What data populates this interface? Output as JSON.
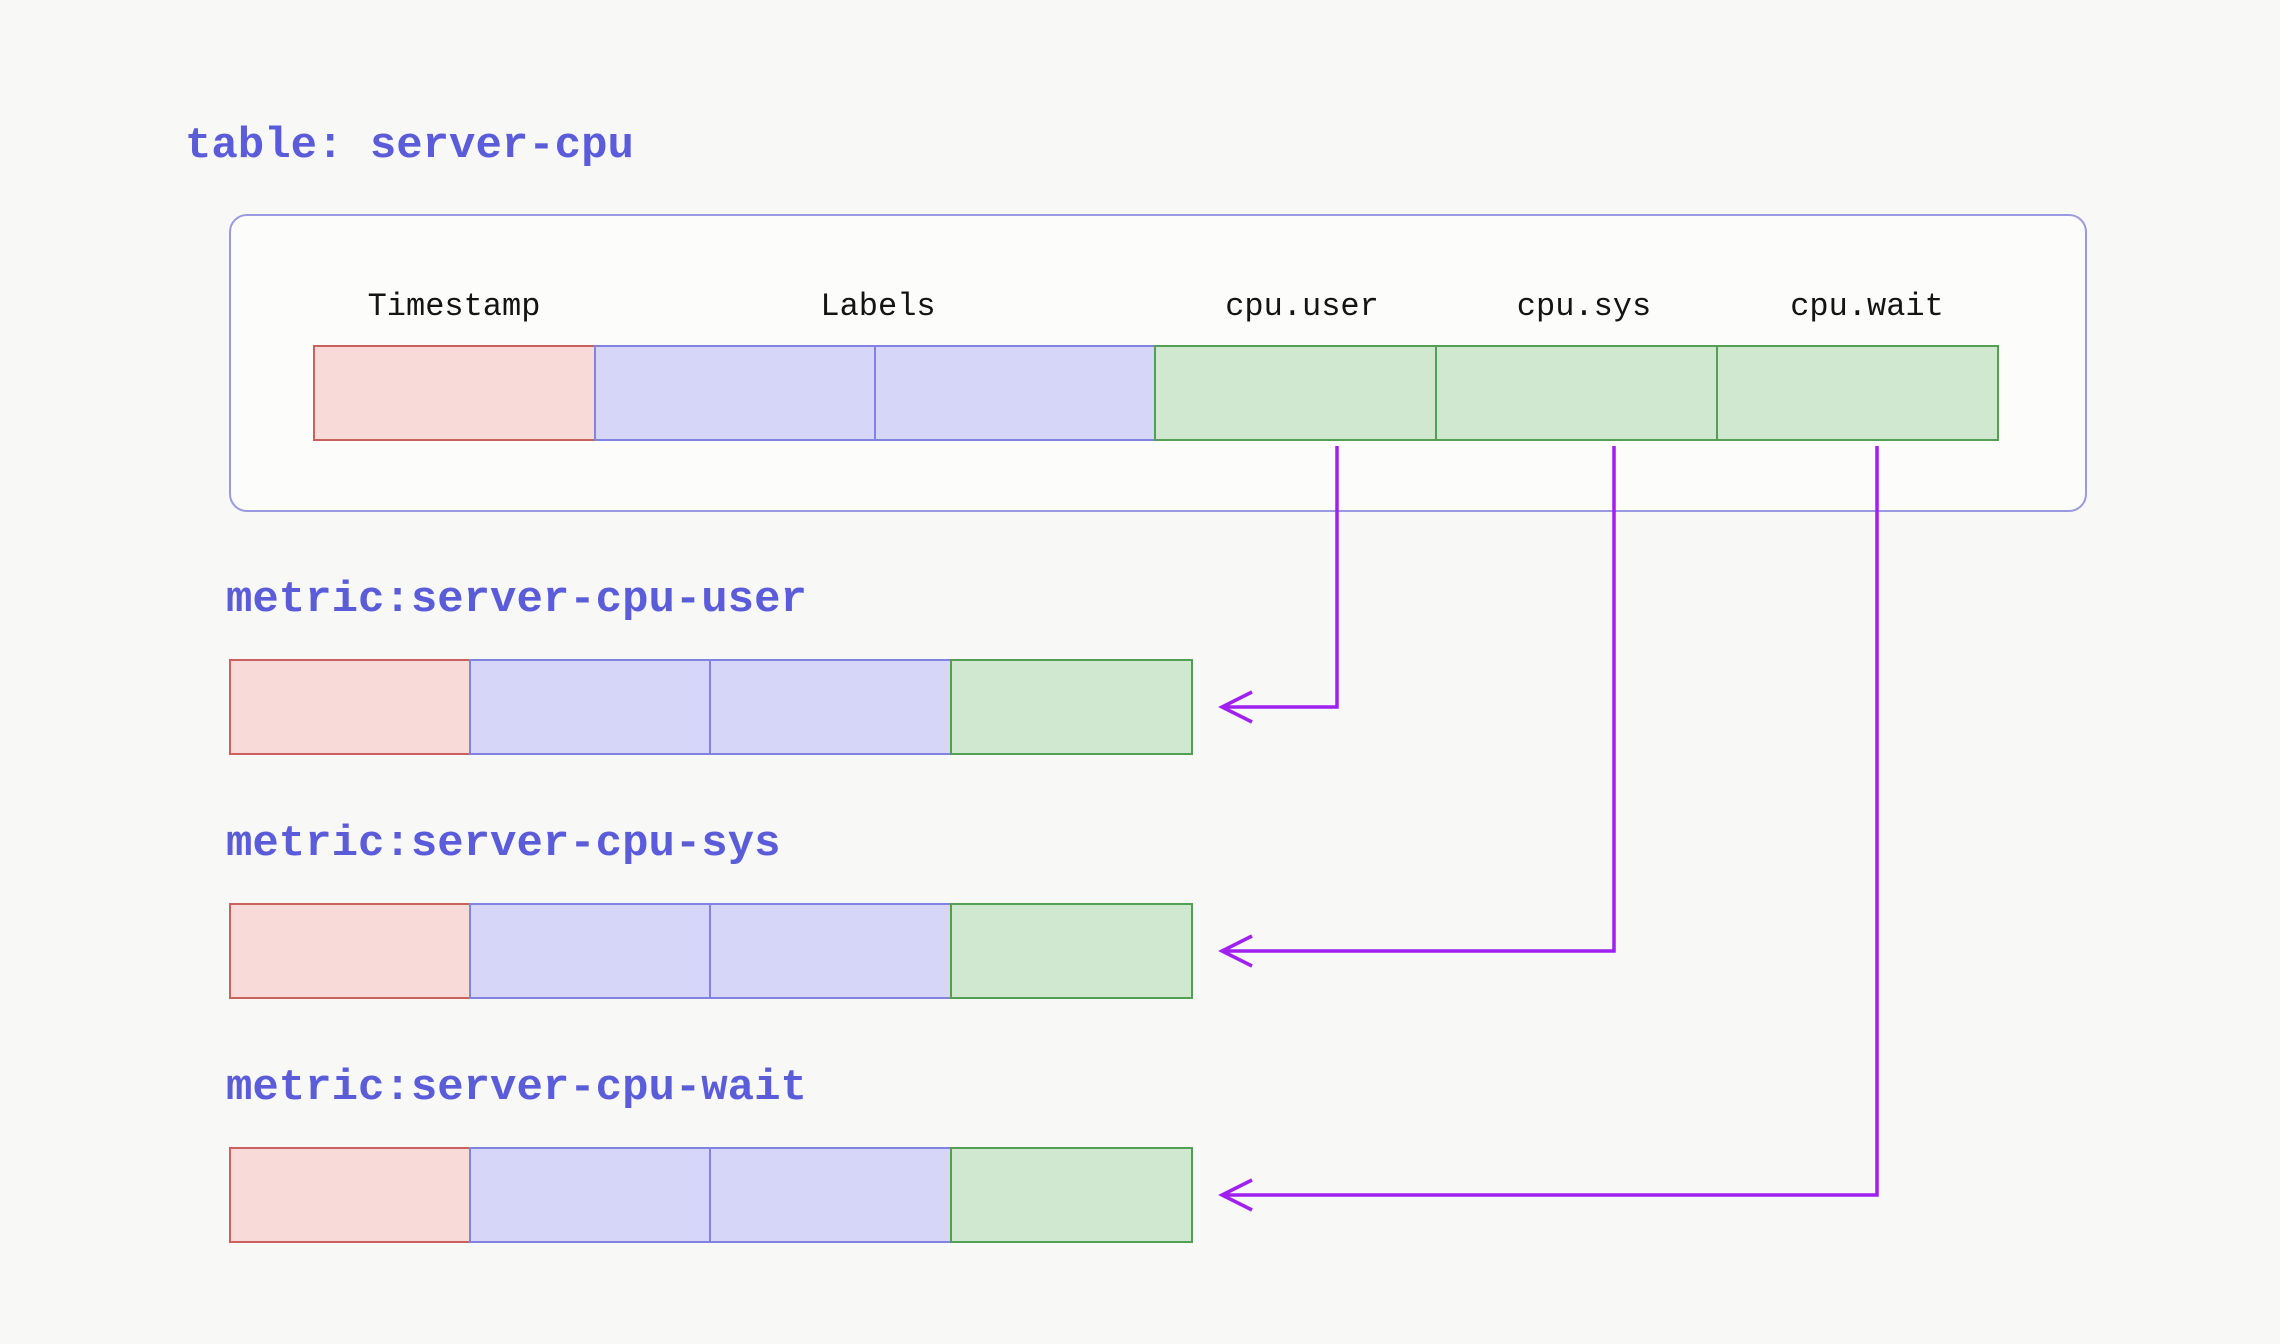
{
  "title": "table: server-cpu",
  "table": {
    "headers": [
      "Timestamp",
      "Labels",
      "cpu.user",
      "cpu.sys",
      "cpu.wait"
    ],
    "row_cells": [
      "timestamp",
      "label",
      "label",
      "value",
      "value",
      "value"
    ]
  },
  "metrics": [
    {
      "title": "metric:server-cpu-user",
      "row_cells": [
        "timestamp",
        "label",
        "label",
        "value"
      ],
      "source_column": "cpu.user"
    },
    {
      "title": "metric:server-cpu-sys",
      "row_cells": [
        "timestamp",
        "label",
        "label",
        "value"
      ],
      "source_column": "cpu.sys"
    },
    {
      "title": "metric:server-cpu-wait",
      "row_cells": [
        "timestamp",
        "label",
        "label",
        "value"
      ],
      "source_column": "cpu.wait"
    }
  ],
  "colors": {
    "background": "#f8f8f6",
    "accent_text": "#5b5cd9",
    "header_text": "#141414",
    "container_border": "#9a9ae0",
    "container_fill": "#fcfcfb",
    "timestamp_fill": "#f8dbd8",
    "timestamp_border": "#c9615f",
    "label_fill": "#d6d6f8",
    "label_border": "#8283e0",
    "value_fill": "#d0e8cf",
    "value_border": "#53a055",
    "arrow": "#a020f0"
  }
}
